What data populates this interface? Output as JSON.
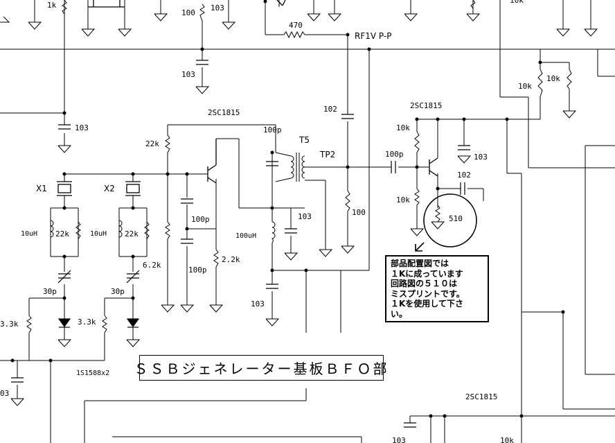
{
  "title": "ＳＳＢジェネレーター基板ＢＦＯ部",
  "note": {
    "lines": [
      "部品配置図では",
      "１Kに成っています",
      "回路図の５１０は",
      "ミスプリントです。",
      "１Kを使用して下さ",
      "い。"
    ]
  },
  "labels": {
    "r_1k_top": "1k",
    "r_100": "100",
    "c_103_top": "103",
    "c_103_mid": "103",
    "r_470": "470",
    "rf_level": "RF1V P-P",
    "c_103_left": "103",
    "t_2sc1815_a": "2SC1815",
    "t_2sc1815_b": "2SC1815",
    "t_2sc1815_c": "2SC1815",
    "c_102_a": "102",
    "c_102_b": "102",
    "r_10k_a": "10k",
    "r_10k_b": "10k",
    "c_100p_t5": "100p",
    "t5": "T5",
    "tp2": "TP2",
    "r_22k": "22k",
    "r_10k_c": "10k",
    "r_10k_d": "10k",
    "c_100p_b": "100p",
    "c_103_r": "103",
    "x1": "X1",
    "x2": "X2",
    "l_10uh_1": "10uH",
    "r_22k_1": "22k",
    "l_10uh_2": "10uH",
    "r_22k_2": "22k",
    "c_100p_c": "100p",
    "c_103_c": "103",
    "l_100uh": "100uH",
    "r_100_b": "100",
    "r_510": "510",
    "r_6_2k": "6.2k",
    "c_100p_d": "100p",
    "r_2_2k": "2.2k",
    "c_30p_1": "30p",
    "c_30p_2": "30p",
    "c_103_d": "103",
    "r_3_3k_1": "3.3k",
    "r_3_3k_2": "3.3k",
    "diodes": "1S1588x2",
    "c_03": "03",
    "c_103_e": "103",
    "r_10k_e": "10k",
    "r_10k_f": "10k"
  }
}
